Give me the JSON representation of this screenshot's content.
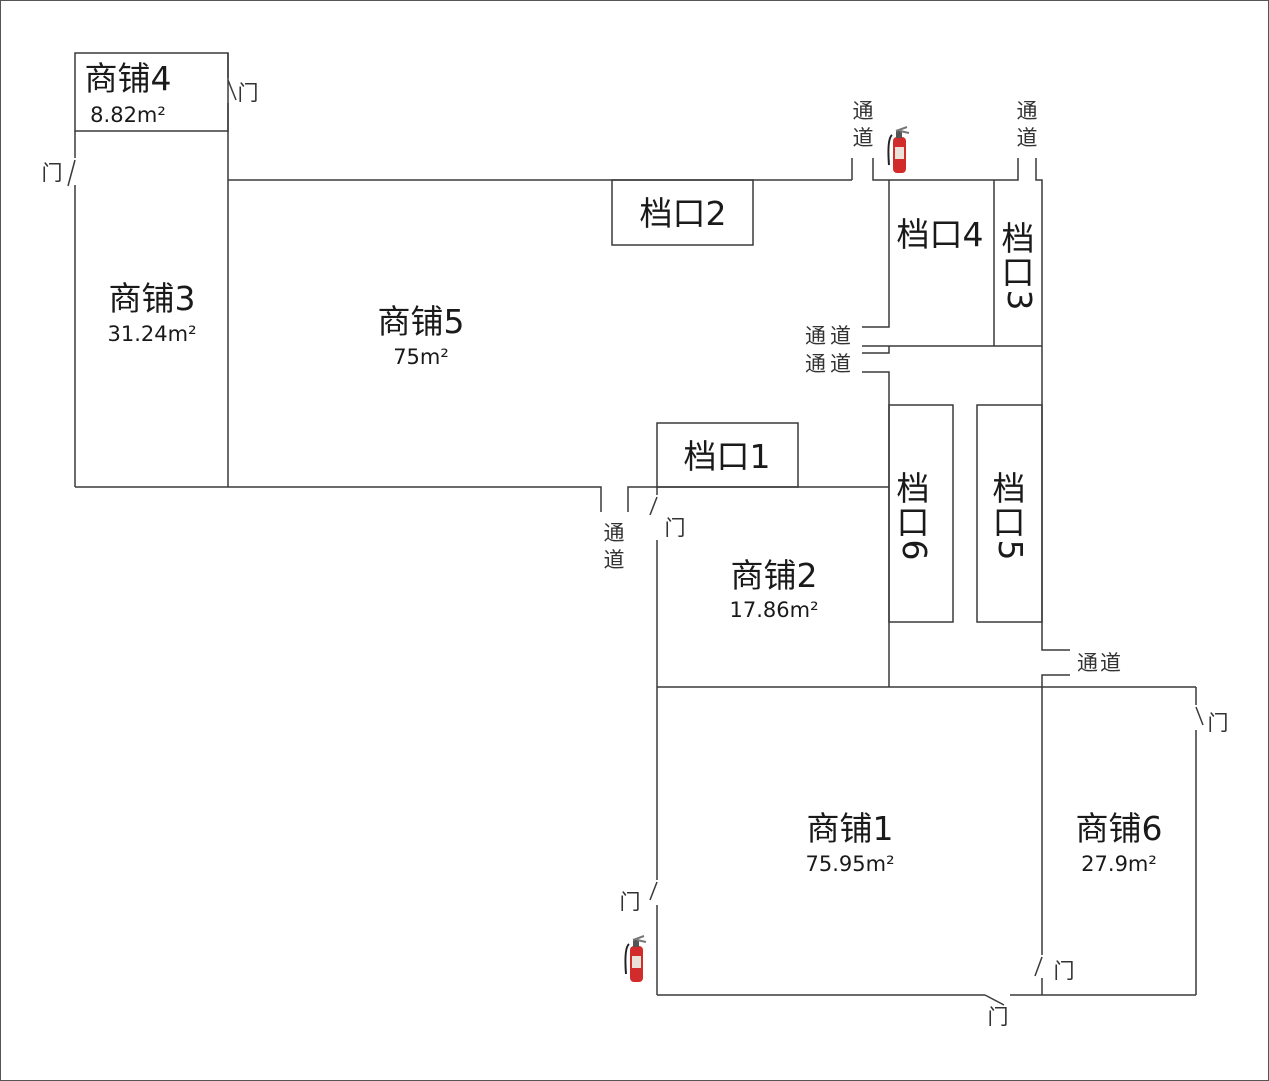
{
  "rooms": {
    "shop4": {
      "name": "商铺4",
      "area": "8.82m²"
    },
    "shop3": {
      "name": "商铺3",
      "area": "31.24m²"
    },
    "shop5": {
      "name": "商铺5",
      "area": "75m²"
    },
    "shop2": {
      "name": "商铺2",
      "area": "17.86m²"
    },
    "shop1": {
      "name": "商铺1",
      "area": "75.95m²"
    },
    "shop6": {
      "name": "商铺6",
      "area": "27.9m²"
    },
    "stall1": {
      "name": "档口1"
    },
    "stall2": {
      "name": "档口2"
    },
    "stall4": {
      "name": "档口4"
    },
    "stall3": {
      "c1": "档",
      "c2": "口",
      "c3": "3"
    },
    "stall6": {
      "c1": "档",
      "c2": "口",
      "c3": "6"
    },
    "stall5": {
      "c1": "档",
      "c2": "口",
      "c3": "5"
    }
  },
  "labels": {
    "door": "门",
    "passage": "通道",
    "passage_c1": "通",
    "passage_c2": "道"
  },
  "colors": {
    "wall": "#3a3a3a",
    "extinguisher": "#d22b2b"
  }
}
